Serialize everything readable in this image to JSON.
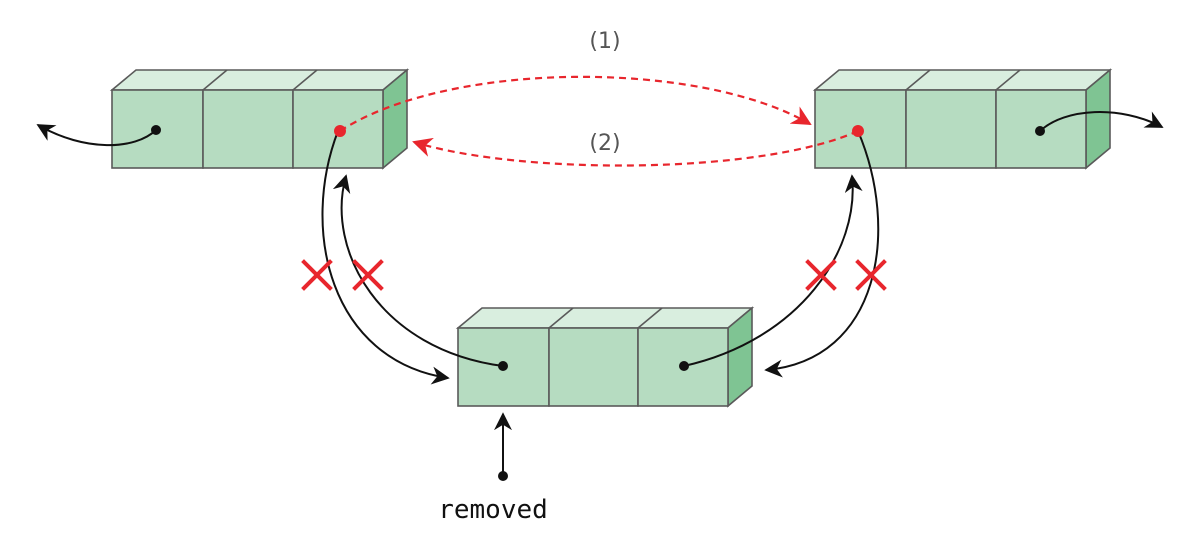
{
  "diagram": {
    "labels": {
      "step1": "(1)",
      "step2": "(2)",
      "removed": "removed"
    },
    "colors": {
      "node_front": "#b6dcc1",
      "node_top": "#d9eedf",
      "node_side": "#7fc493",
      "node_stroke": "#5a5a5a",
      "pointer": "#111111",
      "new_link": "#e8262d",
      "cut_mark": "#e8262d"
    },
    "nodes": [
      {
        "id": "left-node",
        "cells": 3
      },
      {
        "id": "right-node",
        "cells": 3
      },
      {
        "id": "removed-node",
        "cells": 3
      }
    ]
  }
}
